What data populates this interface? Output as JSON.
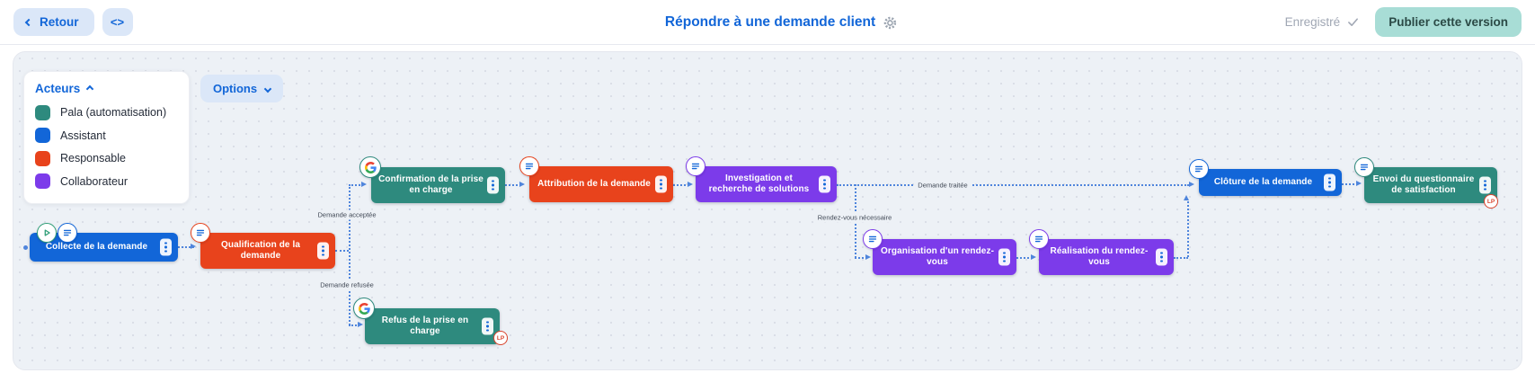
{
  "header": {
    "back_label": "Retour",
    "code_label": "<>",
    "title": "Répondre à une demande client",
    "saved_status": "Enregistré",
    "publish_label": "Publier cette version"
  },
  "legend": {
    "title": "Acteurs",
    "actors": [
      {
        "label": "Pala (automatisation)",
        "color": "#2e8a7e"
      },
      {
        "label": "Assistant",
        "color": "#1266d8"
      },
      {
        "label": "Responsable",
        "color": "#e8431c"
      },
      {
        "label": "Collaborateur",
        "color": "#7c3bea"
      }
    ]
  },
  "toolbar": {
    "options_label": "Options"
  },
  "workflow": {
    "nodes": [
      {
        "label": "Collecte de la demande",
        "actor": "Assistant",
        "color": "#1266d8"
      },
      {
        "label": "Qualification de la demande",
        "actor": "Responsable",
        "color": "#e8431c"
      },
      {
        "label": "Confirmation de la prise en charge",
        "actor": "Pala (automatisation)",
        "color": "#2e8a7e"
      },
      {
        "label": "Refus de la prise en charge",
        "actor": "Pala (automatisation)",
        "color": "#2e8a7e"
      },
      {
        "label": "Attribution de la demande",
        "actor": "Responsable",
        "color": "#e8431c"
      },
      {
        "label": "Investigation et recherche de solutions",
        "actor": "Collaborateur",
        "color": "#7c3bea"
      },
      {
        "label": "Organisation d'un rendez-vous",
        "actor": "Collaborateur",
        "color": "#7c3bea"
      },
      {
        "label": "Réalisation du rendez-vous",
        "actor": "Collaborateur",
        "color": "#7c3bea"
      },
      {
        "label": "Clôture de la demande",
        "actor": "Assistant",
        "color": "#1266d8"
      },
      {
        "label": "Envoi du questionnaire de satisfaction",
        "actor": "Pala (automatisation)",
        "color": "#2e8a7e"
      }
    ],
    "edge_labels": {
      "accepted": "Demande acceptée",
      "refused": "Demande refusée",
      "meeting": "Rendez-vous nécessaire",
      "treated": "Demande traitée"
    },
    "avatar_initials": "LP",
    "colors": {
      "edge_blue": "#4f85dc",
      "start_green": "#2f9e77",
      "publish_bg": "#a8ddd6"
    }
  }
}
